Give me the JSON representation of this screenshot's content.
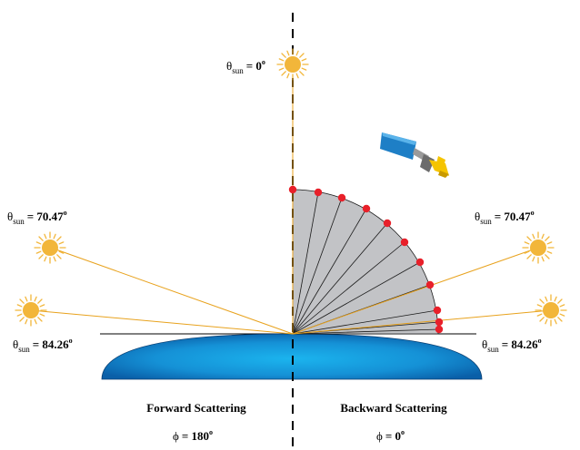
{
  "labels": {
    "theta_symbol": "θ",
    "sun_subscript": "sun",
    "theta_top_value": "= 0",
    "theta_upper_value": "= 70.47",
    "theta_lower_value": "= 84.26",
    "degree": "o",
    "forward_title": "Forward Scattering",
    "backward_title": "Backward Scattering",
    "phi_symbol": "ϕ",
    "phi_forward_value": "= 180",
    "phi_backward_value": "= 0"
  },
  "colors": {
    "sun_core": "#F2B63A",
    "sun_rays": "#F2B63A",
    "sun_ray_line": "#E8A21D",
    "fan_fill": "#C2C3C6",
    "fan_stroke": "#1a1a1a",
    "sample_point": "#E8202A",
    "earth_light": "#1BB4EE",
    "earth_dark": "#0A5FA8",
    "satellite_panel": "#1E7FC6",
    "satellite_body": "#F5C400"
  },
  "icons": {
    "sun": "sun-icon",
    "satellite": "satellite-icon",
    "earth": "earth-surface"
  }
}
